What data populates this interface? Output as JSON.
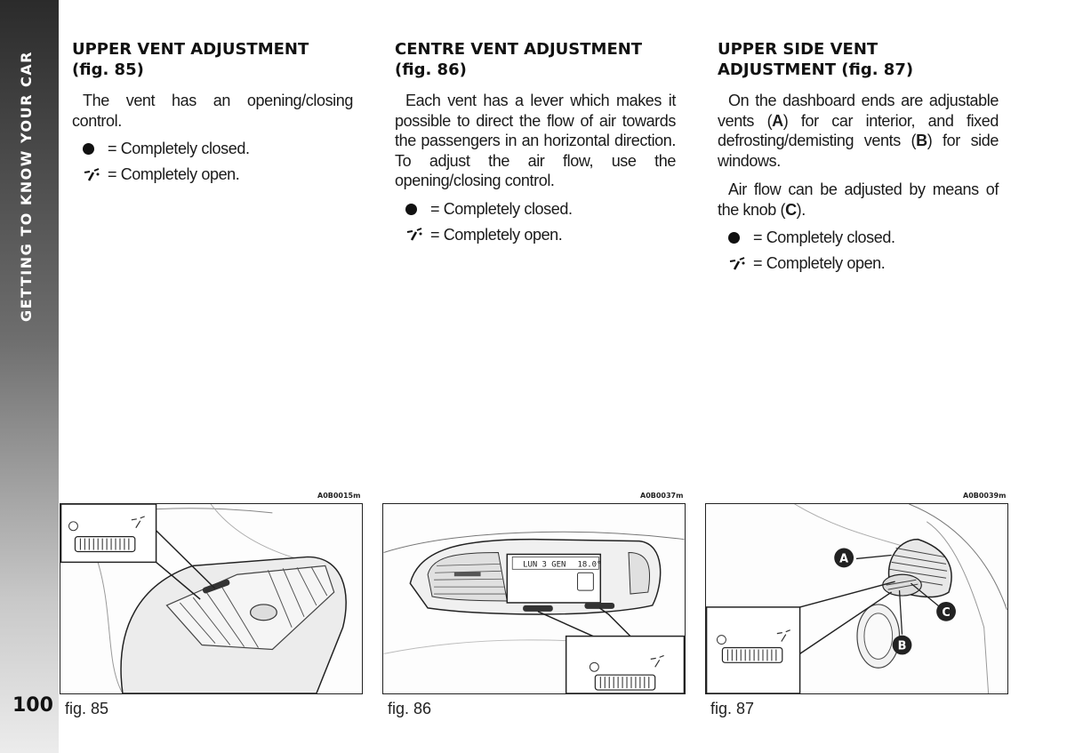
{
  "sidebar": {
    "section_title": "GETTING TO KNOW YOUR CAR"
  },
  "page": {
    "number": "100"
  },
  "columns": [
    {
      "heading_line1": "UPPER VENT ADJUSTMENT",
      "heading_line2": "(fig. 85)",
      "paragraphs": [
        "The vent has an opening/closing control."
      ],
      "closed_text": "= Completely closed.",
      "open_text": "= Completely open."
    },
    {
      "heading_line1": "CENTRE VENT ADJUSTMENT",
      "heading_line2": "(fig. 86)",
      "paragraphs": [
        "Each vent has a lever which makes it possible to direct the flow of air towards the passengers in an horizontal direction. To adjust the air flow, use the opening/closing control."
      ],
      "closed_text": "= Completely closed.",
      "open_text": "= Completely open."
    },
    {
      "heading_line1": "UPPER SIDE VENT",
      "heading_line2": "ADJUSTMENT (fig. 87)",
      "p1_a": "On the dashboard ends are adjustable vents (",
      "p1_A": "A",
      "p1_b": ") for car interior, and fixed defrosting/demisting vents (",
      "p1_B": "B",
      "p1_c": ") for side windows.",
      "p2_a": "Air flow can be adjusted by means of the knob (",
      "p2_C": "C",
      "p2_b": ").",
      "closed_text": "= Completely closed.",
      "open_text": "= Completely open."
    }
  ],
  "figures": [
    {
      "code": "A0B0015m",
      "caption": "fig. 85"
    },
    {
      "code": "A0B0037m",
      "caption": "fig. 86",
      "display_text": "LUN 3 GEN",
      "display_temp": "18.0°"
    },
    {
      "code": "A0B0039m",
      "caption": "fig. 87",
      "label_a": "A",
      "label_b": "B",
      "label_c": "C"
    }
  ]
}
